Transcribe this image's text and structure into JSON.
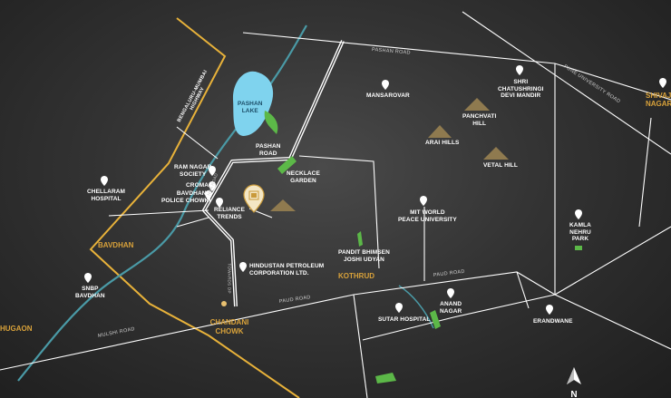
{
  "map": {
    "areas": {
      "bavdhan": "BAVDHAN",
      "chandani_chowk": "CHANDANI CHOWK",
      "kothrud": "KOTHRUD",
      "hugaon": "HUGAON",
      "shivajinagar_line1": "SHIVAJI",
      "shivajinagar_line2": "NAGAR"
    },
    "roads": {
      "pashan_road": "PASHAN ROAD",
      "pune_university_road": "PUNE UNIVERSITY ROAD",
      "bangalore_mumbai_highway_line1": "BENGALURU-MUMBAI",
      "bangalore_mumbai_highway_line2": "HIGHWAY",
      "paud_road_east": "PAUD ROAD",
      "paud_road_west": "PAUD ROAD",
      "mulshi_road": "MULSHI ROAD",
      "nda_road": "NDA ROAD",
      "towards_dp": "TOWARDS DP"
    },
    "landmarks": {
      "pashan_lake_line1": "PASHAN",
      "pashan_lake_line2": "LAKE",
      "pashan_road_label_line1": "PASHAN",
      "pashan_road_label_line2": "ROAD",
      "necklace_garden_line1": "NECKLACE",
      "necklace_garden_line2": "GARDEN",
      "ram_nagar_line1": "RAM NAGAR",
      "ram_nagar_line2": "SOCIETY",
      "croma": "CROMA",
      "bavdhan_police_line1": "BAVDHAN",
      "bavdhan_police_line2": "POLICE CHOWKI",
      "reliance_line1": "RELIANCE",
      "reliance_line2": "TRENDS",
      "chellaram_line1": "CHELLARAM",
      "chellaram_line2": "HOSPITAL",
      "snbp_line1": "SNBP",
      "snbp_line2": "BAVDHAN",
      "hindustan_petroleum_line1": "HINDUSTAN PETROLEUM",
      "hindustan_petroleum_line2": "CORPORATION LTD.",
      "mansarovar": "MANSAROVAR",
      "shri_chatushringi_line1": "SHRI",
      "shri_chatushringi_line2": "CHATUSHRINGI",
      "shri_chatushringi_line3": "DEVI MANDIR",
      "panchvati_line1": "PANCHVATI",
      "panchvati_line2": "HILL",
      "arai_hills": "ARAI HILLS",
      "vetal_hill": "VETAL HILL",
      "mit_line1": "MIT WORLD",
      "mit_line2": "PEACE UNIVERSITY",
      "kamla_line1": "KAMLA",
      "kamla_line2": "NEHRU",
      "kamla_line3": "PARK",
      "pandit_line1": "PANDIT BHIMSEN",
      "pandit_line2": "JOSHI UDYAN",
      "anand_line1": "ANAND",
      "anand_line2": "NAGAR",
      "sutar_hospital": "SUTAR HOSPITAL",
      "erandwane": "ERANDWANE"
    },
    "compass": "N",
    "colors": {
      "area_label": "#d9a23a",
      "boundary": "#e8b23a",
      "river": "#4a9aa6",
      "lake": "#7fd3ee",
      "garden": "#5cb848",
      "hill": "#8f7a4f",
      "road": "#ffffff"
    }
  }
}
